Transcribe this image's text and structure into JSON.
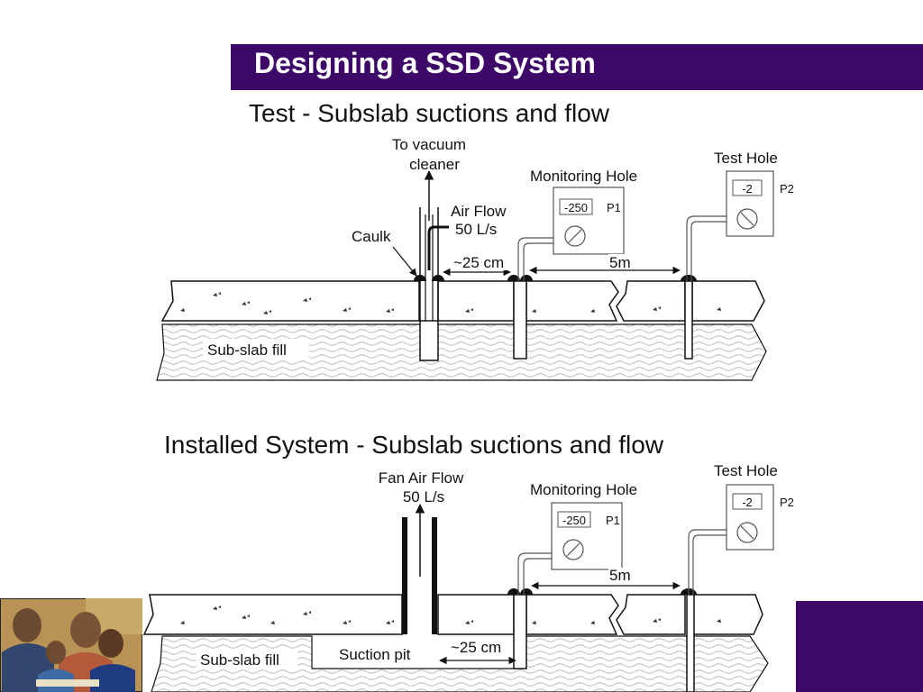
{
  "slide": {
    "title": "Designing a SSD System",
    "accent_color": "#3d0868"
  },
  "test_diagram": {
    "heading": "Test - Subslab suctions and flow",
    "vacuum_label_1": "To vacuum",
    "vacuum_label_2": "cleaner",
    "airflow_label_1": "Air Flow",
    "airflow_label_2": "50 L/s",
    "caulk_label": "Caulk",
    "distance_1": "~25 cm",
    "distance_2": "5m",
    "fill_label": "Sub-slab fill",
    "monitoring": {
      "title": "Monitoring Hole",
      "reading": "-250",
      "tag": "P1"
    },
    "test_hole": {
      "title": "Test Hole",
      "reading": "-2",
      "tag": "P2"
    }
  },
  "installed_diagram": {
    "heading": "Installed System - Subslab suctions and flow",
    "fan_label_1": "Fan Air Flow",
    "fan_label_2": "50 L/s",
    "distance_1": "~25 cm",
    "distance_2": "5m",
    "fill_label": "Sub-slab fill",
    "pit_label": "Suction pit",
    "monitoring": {
      "title": "Monitoring Hole",
      "reading": "-250",
      "tag": "P1"
    },
    "test_hole": {
      "title": "Test Hole",
      "reading": "-2",
      "tag": "P2"
    }
  }
}
